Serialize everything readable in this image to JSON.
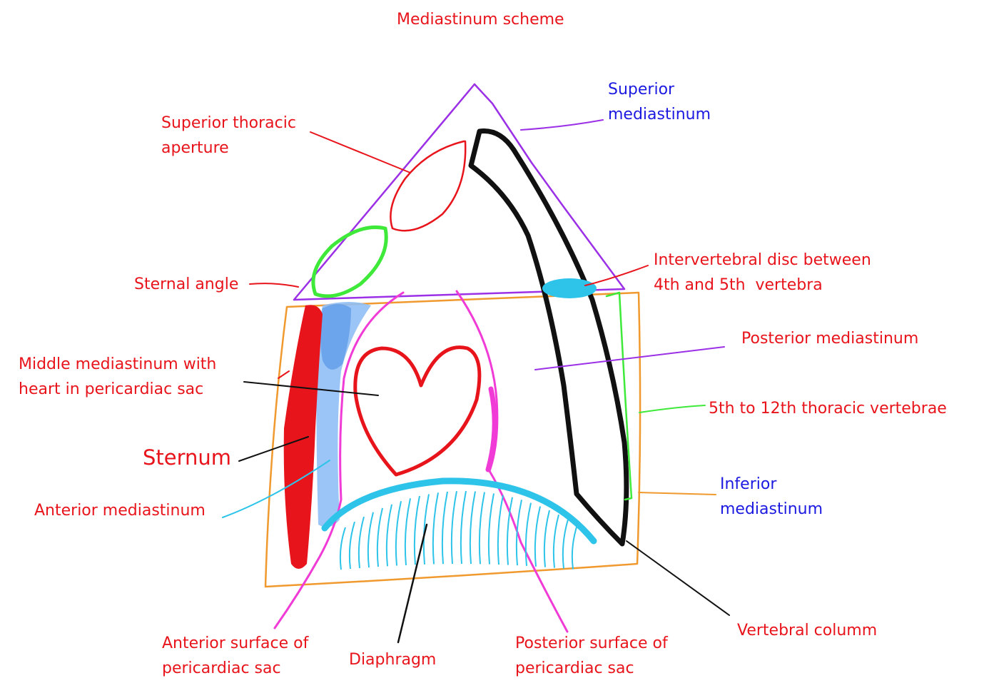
{
  "title": "Mediastinum scheme",
  "labels": {
    "superior_mediastinum": {
      "line1": "Superior",
      "line2": "mediastinum"
    },
    "superior_thoracic_aperture": {
      "line1": "Superior thoracic",
      "line2": "aperture"
    },
    "intervertebral_disc": {
      "line1": "Intervertebral disc between",
      "line2": "4th and 5th  vertebra"
    },
    "sternal_angle": "Sternal angle",
    "posterior_mediastinum": "Posterior mediastinum",
    "middle_mediastinum": {
      "line1": "Middle mediastinum with",
      "line2": "heart in pericardiac sac"
    },
    "thoracic_vertebrae": "5th to 12th thoracic vertebrae",
    "sternum": "Sternum",
    "inferior_mediastinum": {
      "line1": "Inferior",
      "line2": "mediastinum"
    },
    "anterior_mediastinum": "Anterior mediastinum",
    "vertebral_column": "Vertebral columm",
    "anterior_surface": {
      "line1": "Anterior surface of",
      "line2": "pericardiac sac"
    },
    "diaphragm": "Diaphragm",
    "posterior_surface": {
      "line1": "Posterior surface of",
      "line2": "pericardiac sac"
    }
  },
  "colors": {
    "label_red": "#e8141b",
    "label_blue": "#1c1ae0",
    "superior_outline": "#9b30e6",
    "inferior_outline": "#f0992e",
    "sternum": "#e8141b",
    "anterior_mediastinum": "#8fbff5",
    "pericardium": "#f03bd6",
    "heart": "#e8141b",
    "vertebral_column": "#111111",
    "intervertebral_disc": "#2ec4ea",
    "diaphragm": "#2ec4ea",
    "vertebrae_bracket": "#3ee93a",
    "aperture_green": "#3ee93a"
  }
}
